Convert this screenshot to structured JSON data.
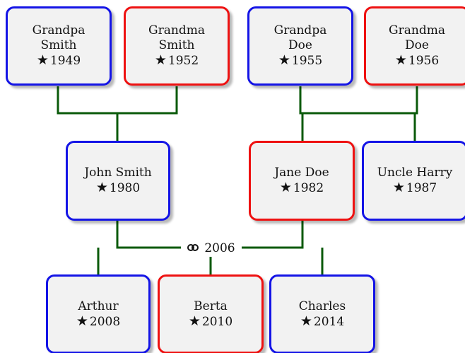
{
  "people": {
    "grandpa_smith": {
      "name_line1": "Grandpa",
      "name_line2": "Smith",
      "born": "1949"
    },
    "grandma_smith": {
      "name_line1": "Grandma",
      "name_line2": "Smith",
      "born": "1952"
    },
    "grandpa_doe": {
      "name_line1": "Grandpa",
      "name_line2": "Doe",
      "born": "1955"
    },
    "grandma_doe": {
      "name_line1": "Grandma",
      "name_line2": "Doe",
      "born": "1956"
    },
    "john_smith": {
      "name": "John Smith",
      "born": "1980"
    },
    "jane_doe": {
      "name": "Jane Doe",
      "born": "1982"
    },
    "uncle_harry": {
      "name": "Uncle Harry",
      "born": "1987"
    },
    "arthur": {
      "name": "Arthur",
      "born": "2008"
    },
    "berta": {
      "name": "Berta",
      "born": "2010"
    },
    "charles": {
      "name": "Charles",
      "born": "2014"
    }
  },
  "marriage": {
    "year": "2006"
  },
  "birth_symbol": "★",
  "colors": {
    "male_border": "#1414e6",
    "female_border": "#ee1111",
    "connector": "#0a5a0a",
    "box_fill": "#f2f2f2"
  }
}
